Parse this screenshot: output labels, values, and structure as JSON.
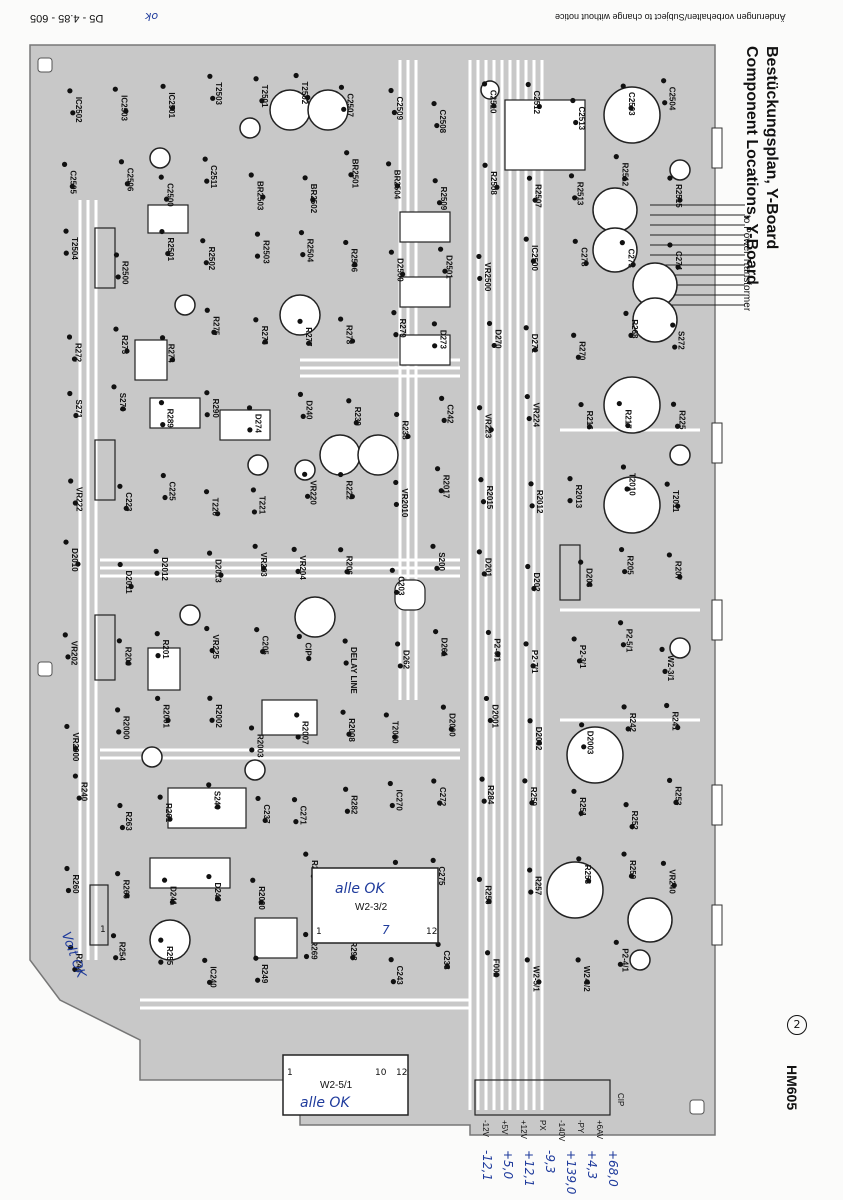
{
  "header": {
    "title_de": "Bestückungsplan, Y-Board",
    "title_en": "Component Locations, Y-Board",
    "subtitle": "to Power Transformer",
    "notice": "Änderungen vorbehalten/Subject to change without notice",
    "footer_code": "D5 - 4.85 - 605",
    "model": "HM605",
    "page_num": "2"
  },
  "board": {
    "bg_color": "#c8c8c8",
    "trace_color": "#ffffff",
    "component_labels": [
      "IC2502",
      "IC2503",
      "IC2501",
      "T2503",
      "T2501",
      "T2502",
      "C2507",
      "C2509",
      "C2508",
      "C2510",
      "C2512",
      "C2513",
      "C2503",
      "C2504",
      "C2505",
      "C2506",
      "C2500",
      "C2511",
      "BR2503",
      "BR2502",
      "BR2501",
      "BR2504",
      "R2509",
      "R2508",
      "R2507",
      "R2513",
      "R2512",
      "R2515",
      "T2504",
      "R2500",
      "R2501",
      "R2502",
      "R2503",
      "R2504",
      "R2506",
      "D2500",
      "D2501",
      "VR2500",
      "IC2500",
      "C278",
      "C273",
      "C274",
      "R272",
      "R273",
      "R274",
      "R275",
      "R276",
      "R277",
      "R278",
      "R279",
      "D273",
      "D270",
      "D271",
      "R270",
      "R268",
      "S272",
      "S271",
      "S270",
      "R289",
      "R290",
      "D274",
      "D240",
      "R239",
      "R238",
      "C242",
      "VR223",
      "VR224",
      "R216",
      "R217",
      "R225",
      "VR222",
      "C223",
      "C225",
      "T220",
      "T221",
      "VR220",
      "R222",
      "VR2010",
      "R2017",
      "R2015",
      "R2012",
      "R2013",
      "T2010",
      "T2011",
      "D2010",
      "D2011",
      "D2012",
      "D2013",
      "VR203",
      "VR204",
      "R206",
      "C203",
      "S200",
      "D201",
      "D202",
      "D203",
      "R205",
      "R207",
      "VR202",
      "R200",
      "R201",
      "VR225",
      "C205",
      "CIP",
      "DELAY LINE",
      "D262",
      "D261",
      "P2-6/1",
      "P2-7/1",
      "P2-3/1",
      "P2-5/1",
      "W2-3/1",
      "VR2000",
      "R2000",
      "R2001",
      "R2002",
      "R2003",
      "R2007",
      "R2008",
      "T2000",
      "D2000",
      "D2001",
      "D2002",
      "D2003",
      "R242",
      "R241",
      "R240",
      "R263",
      "R261",
      "S240",
      "C237",
      "C271",
      "R282",
      "IC270",
      "C272",
      "R284",
      "R250",
      "R251",
      "R252",
      "R253",
      "R260",
      "R266",
      "D241",
      "D240",
      "R2020",
      "R2021",
      "R2022",
      "R2023",
      "C275",
      "R256",
      "R257",
      "R258",
      "R259",
      "VR240",
      "R244",
      "R254",
      "R255",
      "IC240",
      "R249",
      "R269",
      "R298",
      "C243",
      "C238",
      "F002",
      "W2-5/1",
      "W2-3/2",
      "P2-4/1"
    ],
    "connector_pins": [
      "-12V",
      "+5V",
      "+12V",
      "PX",
      "-140V",
      "-PY",
      "+6AV"
    ],
    "connector_label": "CIP"
  },
  "annotations": {
    "top_scribble": "ok",
    "chip_upper_note": "alle OK",
    "chip_upper_label": "W2-3/2",
    "chip_upper_pin_left": "1",
    "chip_upper_pin_mid": "7",
    "chip_upper_pin_right": "12",
    "chip_lower_note": "alle OK",
    "chip_lower_label": "W2-5/1",
    "chip_lower_pin_left": "1",
    "chip_lower_pin_mid": "10",
    "chip_lower_pin_right": "12",
    "left_note": "Volt OK",
    "connector_pin_label": "1",
    "measurements": [
      "+68,0",
      "+4,3",
      "+139,0",
      "-9,3",
      "+12,1",
      "+5,0",
      "-12,1"
    ]
  },
  "colors": {
    "ink": "#1f3b9c",
    "board": "#c8c8c8"
  }
}
